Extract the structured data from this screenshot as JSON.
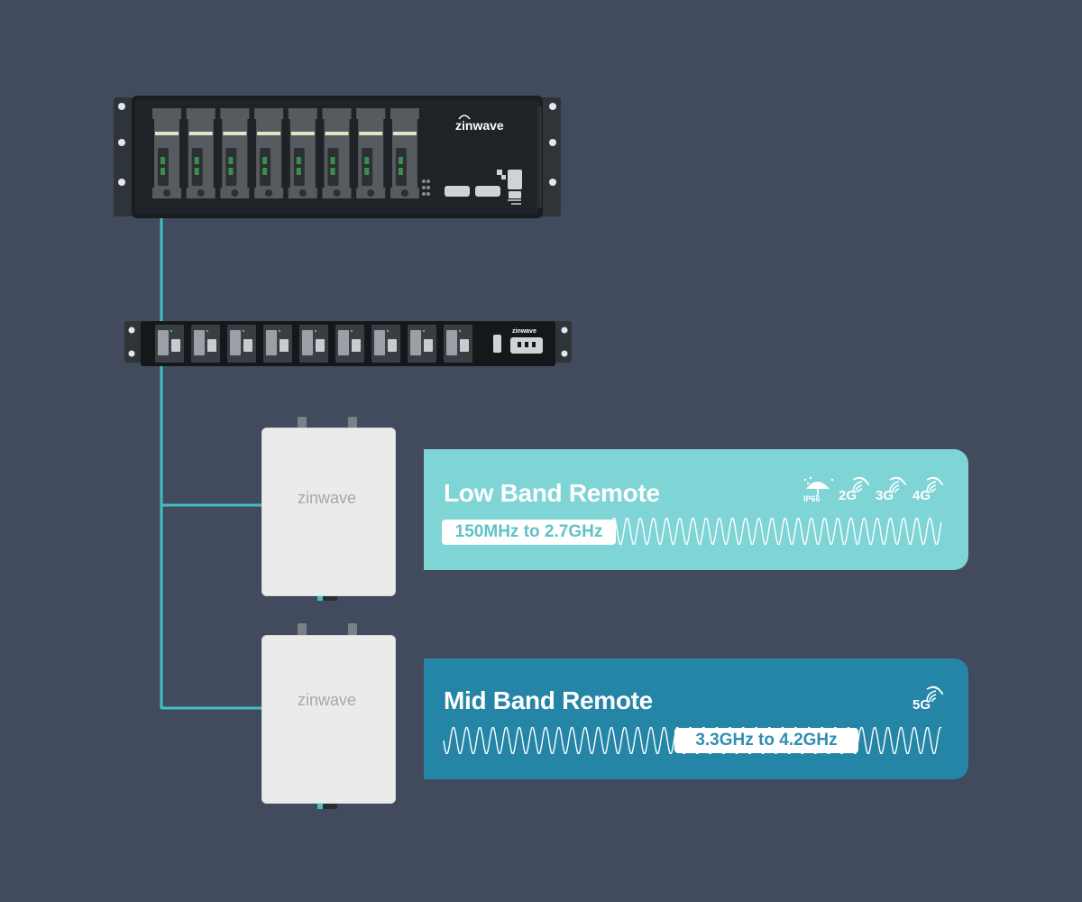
{
  "brand": {
    "name": "zinwave"
  },
  "colors": {
    "background": "#424a5d",
    "fiber": "#3fc1c1",
    "low_band_card": "#7fd4d6",
    "mid_band_card": "#2585a7",
    "low_band_text": "#5ec3c6",
    "mid_band_text": "#2f8fb2"
  },
  "head_end": {
    "logo": "zinwave",
    "icon": "rack-chassis"
  },
  "expansion_shelf": {
    "logo": "zinwave",
    "icon": "rack-shelf"
  },
  "remotes": [
    {
      "unit_logo": "zinwave",
      "title": "Low Band Remote",
      "frequency": "150MHz to 2.7GHz",
      "rating_label": "IP66",
      "technologies": [
        "2G",
        "3G",
        "4G"
      ]
    },
    {
      "unit_logo": "zinwave",
      "title": "Mid Band Remote",
      "frequency": "3.3GHz to 4.2GHz",
      "technologies": [
        "5G"
      ]
    }
  ]
}
